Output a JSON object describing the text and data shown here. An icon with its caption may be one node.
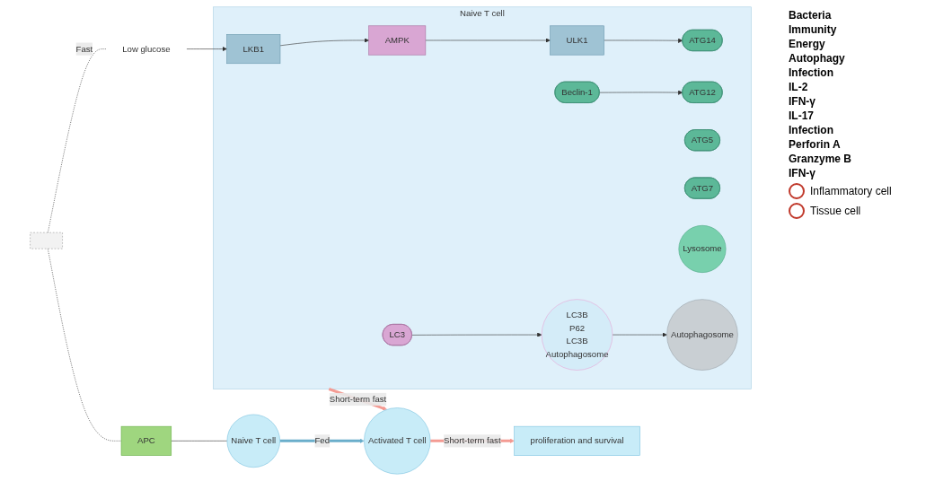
{
  "diagram": {
    "nodes": [
      {
        "text": [],
        "shape": "box"
      },
      {
        "text": [
          "Low glucose"
        ]
      },
      {
        "text": [
          "Naive T cell"
        ]
      },
      {
        "text": [
          "LKB1"
        ],
        "in": 2
      },
      {
        "text": [
          "AMPK"
        ],
        "in": 2
      },
      {
        "text": [
          "ULK1"
        ],
        "in": 2
      },
      {
        "text": [
          "ATG14"
        ],
        "in": 2
      },
      {
        "text": [
          "Beclin-1"
        ],
        "in": 2
      },
      {
        "text": [
          "ATG12"
        ],
        "in": 2
      },
      {
        "text": [
          "ATG5"
        ],
        "in": 2
      },
      {
        "text": [
          "ATG7"
        ],
        "in": 2
      },
      {
        "text": [
          "LC3"
        ],
        "in": 2
      },
      {
        "text": [
          "LC3B",
          "P62",
          "LC3B",
          "Autophagosome"
        ],
        "in": 2
      },
      {
        "text": [
          "Lysosome"
        ],
        "in": 2
      },
      {
        "text": [
          "Autophagosome"
        ],
        "in": 2
      },
      {
        "text": [
          "APC"
        ]
      },
      {
        "text": [
          "Naive T cell"
        ]
      },
      {
        "text": [
          "Activated T cell"
        ]
      },
      {
        "text": [
          "proliferation and survival"
        ]
      }
    ],
    "edges": [
      {
        "from": 0,
        "to": 1,
        "arrow": "none",
        "style": "dashed",
        "label": "Fast"
      },
      {
        "from": 0,
        "to": 15,
        "arrow": "none",
        "style": "dashed"
      },
      {
        "from": 1,
        "to": 3,
        "arrow": "to"
      },
      {
        "from": 3,
        "to": 4,
        "arrow": "to"
      },
      {
        "from": 4,
        "to": 5,
        "arrow": "to"
      },
      {
        "from": 5,
        "to": 6,
        "arrow": "to"
      },
      {
        "from": 7,
        "to": 8,
        "arrow": "to"
      },
      {
        "from": 11,
        "to": 12,
        "arrow": "to"
      },
      {
        "from": 12,
        "to": 14,
        "arrow": "to"
      },
      {
        "from": 15,
        "to": 16,
        "arrow": "none"
      },
      {
        "from": 16,
        "to": 17,
        "arrow": "to",
        "style": "thick",
        "color": "#6aaecb",
        "label": "Fed"
      },
      {
        "from": 2,
        "to": 17,
        "arrow": "to",
        "style": "thick",
        "color": "#f49b93",
        "label": "Short-term fast"
      },
      {
        "from": 17,
        "to": 18,
        "arrow": "to",
        "style": "thick",
        "color": "#f49b93",
        "label": "Short-term fast"
      }
    ],
    "labels": [
      "Bacteria",
      "Immunity",
      "Energy",
      "Autophagy",
      "Infection",
      "IL-2",
      "IFN-γ",
      "IL-17",
      "Infection",
      "Perforin A",
      "Granzyme B",
      "IFN-γ"
    ],
    "legend": [
      {
        "text": "Inflammatory cell"
      },
      {
        "text": "Tissue cell"
      }
    ]
  }
}
